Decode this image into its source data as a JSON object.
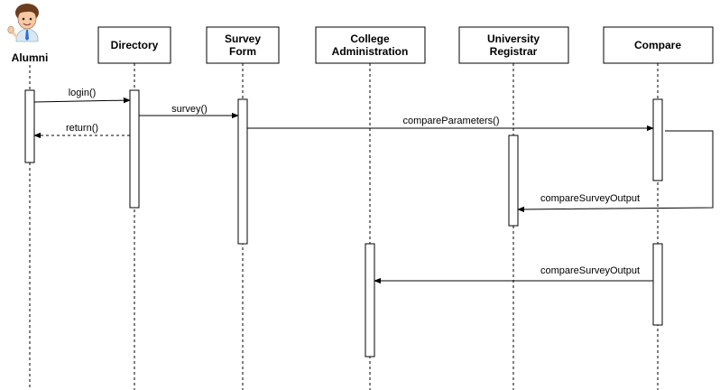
{
  "actor": {
    "label": "Alumni",
    "icon": "man-avatar-icon"
  },
  "participants": [
    {
      "key": "directory",
      "lines": [
        "Directory"
      ]
    },
    {
      "key": "survey-form",
      "lines": [
        "Survey",
        "Form"
      ]
    },
    {
      "key": "college-admin",
      "lines": [
        "College",
        "Administration"
      ]
    },
    {
      "key": "university-registrar",
      "lines": [
        "University",
        "Registrar"
      ]
    },
    {
      "key": "compare",
      "lines": [
        "Compare"
      ]
    }
  ],
  "messages": [
    {
      "key": "login",
      "label": "login()",
      "style": "solid"
    },
    {
      "key": "return",
      "label": "return()",
      "style": "dashed"
    },
    {
      "key": "survey",
      "label": "survey()",
      "style": "solid"
    },
    {
      "key": "compare-parameters",
      "label": "compareParameters()",
      "style": "solid"
    },
    {
      "key": "compare-survey-output-1",
      "label": "compareSurveyOutput",
      "style": "solid"
    },
    {
      "key": "compare-survey-output-2",
      "label": "compareSurveyOutput",
      "style": "solid"
    }
  ],
  "colors": {
    "line": "#000000",
    "lifeline": "#000000",
    "box_fill": "#ffffff"
  }
}
